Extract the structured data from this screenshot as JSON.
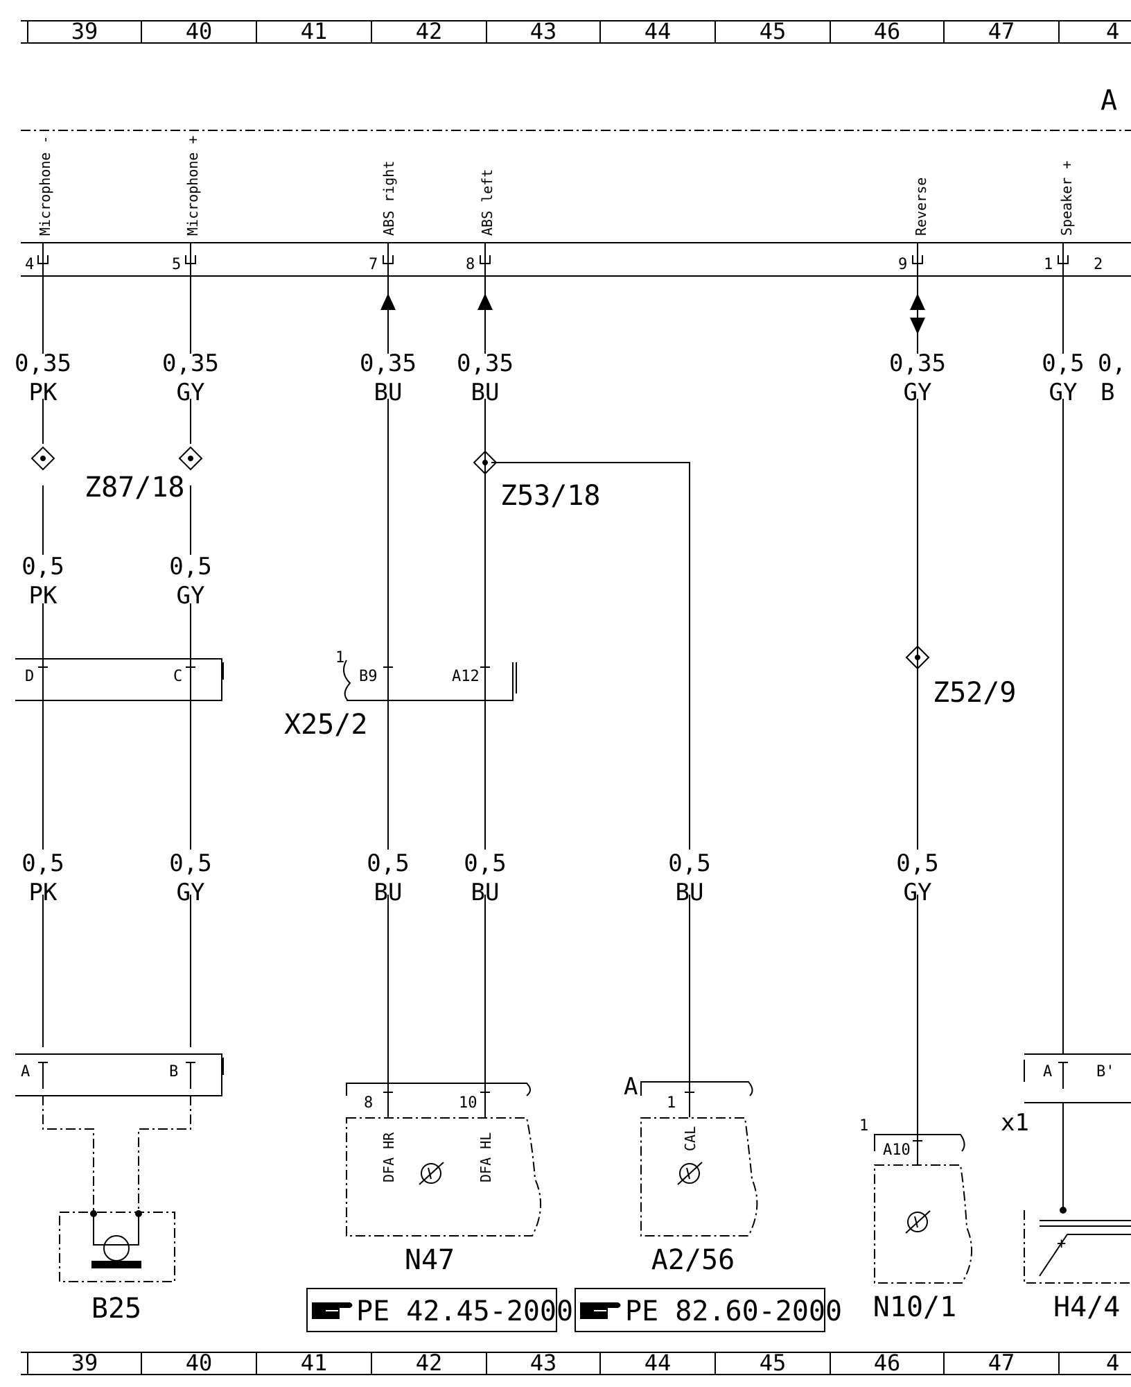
{
  "ruler": {
    "columns": [
      "39",
      "40",
      "41",
      "42",
      "43",
      "44",
      "45",
      "46",
      "47"
    ],
    "partial_right": "4"
  },
  "sheet_letter": "A",
  "module_pins": [
    {
      "name": "Microphone -",
      "pin": "4"
    },
    {
      "name": "Microphone +",
      "pin": "5"
    },
    {
      "name": "ABS right",
      "pin": "7"
    },
    {
      "name": "ABS left",
      "pin": "8"
    },
    {
      "name": "Reverse",
      "pin": "9"
    },
    {
      "name": "Speaker +",
      "pin": "1"
    },
    {
      "name": "",
      "pin": "2"
    }
  ],
  "wires_top": [
    {
      "size": "0,35",
      "color": "PK"
    },
    {
      "size": "0,35",
      "color": "GY"
    },
    {
      "size": "0,35",
      "color": "BU"
    },
    {
      "size": "0,35",
      "color": "BU"
    },
    {
      "size": "0,35",
      "color": "GY"
    },
    {
      "size": "0,5",
      "color": "GY"
    },
    {
      "size": "0,",
      "color": "B"
    }
  ],
  "wires_mid": [
    {
      "size": "0,5",
      "color": "PK"
    },
    {
      "size": "0,5",
      "color": "GY"
    }
  ],
  "wires_low": [
    {
      "size": "0,5",
      "color": "PK"
    },
    {
      "size": "0,5",
      "color": "GY"
    },
    {
      "size": "0,5",
      "color": "BU"
    },
    {
      "size": "0,5",
      "color": "BU"
    },
    {
      "size": "0,5",
      "color": "BU"
    },
    {
      "size": "0,5",
      "color": "GY"
    }
  ],
  "splices": [
    "Z87/18",
    "Z53/18",
    "Z52/9"
  ],
  "connectors": {
    "upper_left_pins": [
      "D",
      "C"
    ],
    "x25": {
      "id": "X25/2",
      "number": "1",
      "pins": [
        "B9",
        "A12"
      ]
    },
    "lower_left_pins": [
      "A",
      "B"
    ],
    "h4_pins": [
      "A",
      "B'"
    ],
    "x1": "x1"
  },
  "components": {
    "n47": {
      "id": "N47",
      "pins": [
        "8",
        "10"
      ],
      "signals": [
        "DFA HR",
        "DFA HL"
      ]
    },
    "a2": {
      "id": "A2/56",
      "letter": "A",
      "pin": "1",
      "signal": "CAL"
    },
    "n10": {
      "id": "N10/1",
      "number": "1",
      "pin": "A10"
    },
    "b25": {
      "id": "B25"
    },
    "h4": {
      "id": "H4/4"
    }
  },
  "references": [
    {
      "text": "PE 42.45-2000"
    },
    {
      "text": "PE 82.60-2000"
    }
  ]
}
